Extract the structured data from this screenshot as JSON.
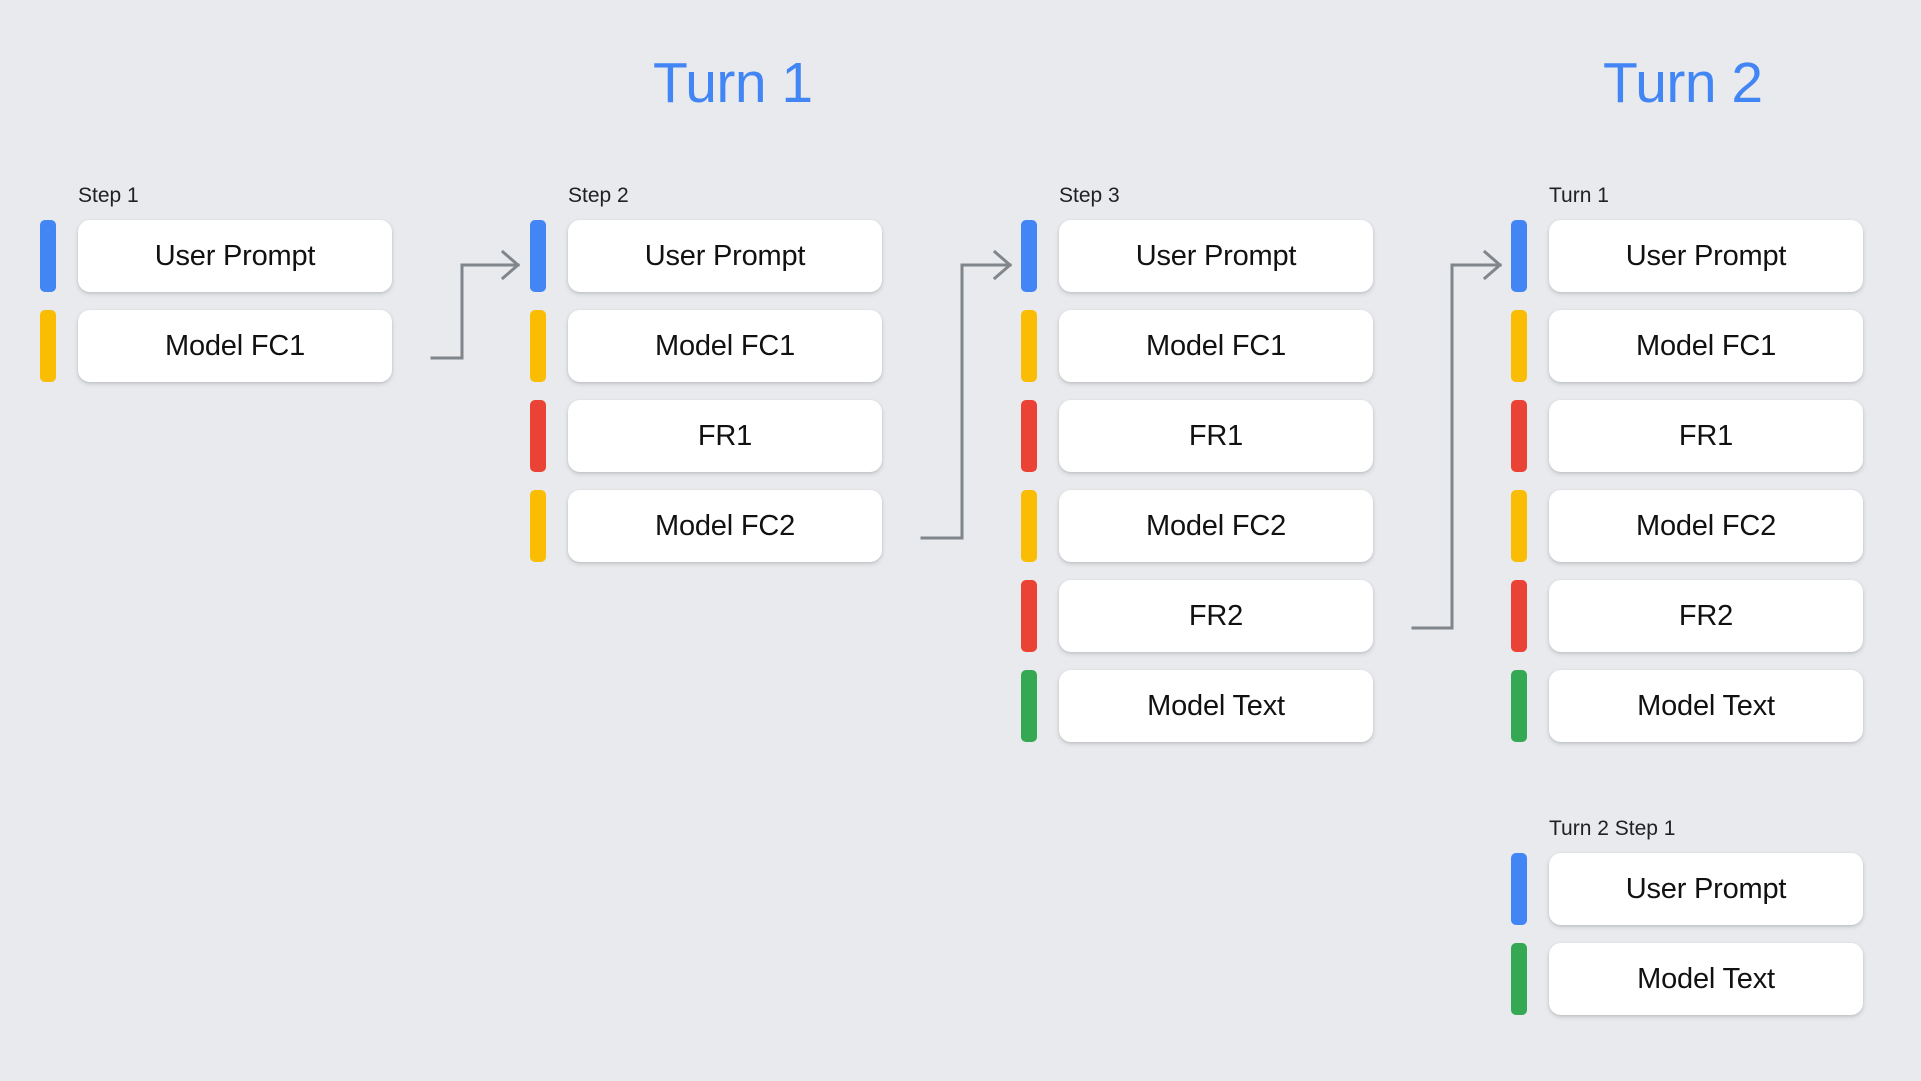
{
  "background_color": "#e8eaed",
  "palette": {
    "blue": "#4285f4",
    "yellow": "#fbbc04",
    "red": "#ea4335",
    "green": "#34a853",
    "connector": "#80868b",
    "card": "#ffffff",
    "text": "#111111"
  },
  "titles": {
    "turn_1": "Turn 1",
    "turn_2": "Turn 2"
  },
  "columns": [
    {
      "id": "step-1",
      "header": "Step 1",
      "rows": [
        {
          "label": "User Prompt",
          "color": "blue"
        },
        {
          "label": "Model FC1",
          "color": "yellow"
        }
      ]
    },
    {
      "id": "step-2",
      "header": "Step 2",
      "rows": [
        {
          "label": "User Prompt",
          "color": "blue"
        },
        {
          "label": "Model FC1",
          "color": "yellow"
        },
        {
          "label": "FR1",
          "color": "red"
        },
        {
          "label": "Model FC2",
          "color": "yellow"
        }
      ]
    },
    {
      "id": "step-3",
      "header": "Step 3",
      "rows": [
        {
          "label": "User Prompt",
          "color": "blue"
        },
        {
          "label": "Model FC1",
          "color": "yellow"
        },
        {
          "label": "FR1",
          "color": "red"
        },
        {
          "label": "Model FC2",
          "color": "yellow"
        },
        {
          "label": "FR2",
          "color": "red"
        },
        {
          "label": "Model Text",
          "color": "green"
        }
      ]
    },
    {
      "id": "turn2-turn-1",
      "header": "Turn 1",
      "rows": [
        {
          "label": "User Prompt",
          "color": "blue"
        },
        {
          "label": "Model FC1",
          "color": "yellow"
        },
        {
          "label": "FR1",
          "color": "red"
        },
        {
          "label": "Model FC2",
          "color": "yellow"
        },
        {
          "label": "FR2",
          "color": "red"
        },
        {
          "label": "Model Text",
          "color": "green"
        }
      ]
    },
    {
      "id": "turn2-step-1",
      "header": "Turn 2 Step 1",
      "rows": [
        {
          "label": "User Prompt",
          "color": "blue"
        },
        {
          "label": "Model Text",
          "color": "green"
        }
      ]
    }
  ],
  "connectors": [
    {
      "id": "step1-to-step2",
      "from": "step-1 / Model FC1",
      "to": "step-2 / User Prompt"
    },
    {
      "id": "step2-to-step3",
      "from": "step-2 / Model FC2",
      "to": "step-3 / User Prompt"
    },
    {
      "id": "step3-to-turn1",
      "from": "step-3 / FR2",
      "to": "turn2-turn-1 / User Prompt"
    }
  ]
}
